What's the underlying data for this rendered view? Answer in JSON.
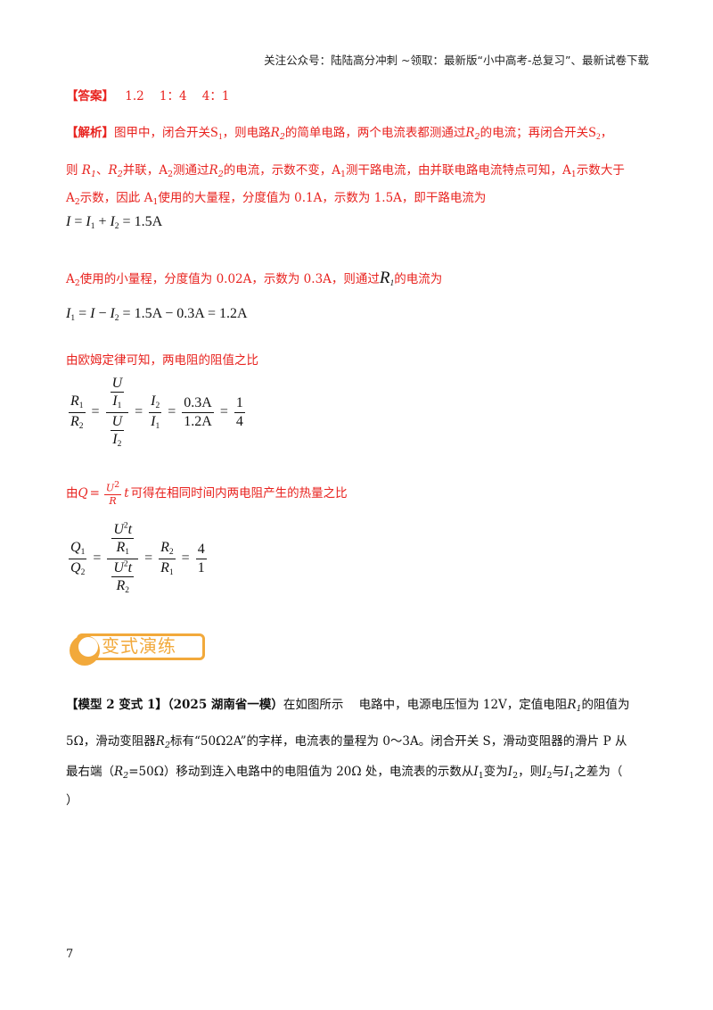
{
  "header": {
    "text": "关注公众号：陆陆高分冲刺  ~领取：最新版“小中高考-总复习”、最新试卷下载"
  },
  "answer": {
    "label": "【答案】",
    "values": "1.2    1：4    4：1"
  },
  "analysis": {
    "label": "【解析】",
    "line1_a": "图甲中，闭合开关",
    "S": "S",
    "sub1": "1",
    "line1_b": "，则电路",
    "R": "R",
    "sub2": "2",
    "line1_c": "的简单电路，两个电流表都测通过",
    "line1_d": "的电流；再闭合开关",
    "line1_e": "，",
    "line2_a": "则",
    "line2_b": "、",
    "line2_c": "并联，A",
    "line2_d": "测通过",
    "line2_e": "的电流，示数不变，A",
    "line2_f": "测干路电流，由并联电路电流特点可知，A",
    "line2_g": "示数大于",
    "line3_a": "A",
    "line3_b": "示数，因此 A",
    "line3_c": "使用的大量程，分度值为 0.1A，示数为 1.5A，即干路电流为",
    "eq1": "= 1.5A",
    "line4_a": "A",
    "line4_b": "使用的小量程，分度值为 0.02A，示数为 0.3A，则通过",
    "line4_c": "的电流为",
    "eq2": "= 1.5A − 0.3A = 1.2A",
    "line5": "由欧姆定律可知，两电阻的阻值之比",
    "frac_values": {
      "a": "0.3A",
      "b": "1.2A",
      "c": "1",
      "d": "4"
    },
    "line6_a": "由",
    "line6_b": "可得在相同时间内两电阻产生的热量之比",
    "frac2_values": {
      "a": "4",
      "b": "1"
    }
  },
  "banner": {
    "label": "变式演练"
  },
  "problem": {
    "label": "【模型 2 变式 1】",
    "source": "（2025 湖南省一模）",
    "line1_a": "在如图所示    电路中，电源电压恒为 12V，定值电阻",
    "line1_b": "的阻值为",
    "line2_a": "5Ω，滑动变阻器",
    "line2_b": "标有“50Ω2A”的字样，电流表的量程为 0～3A。闭合开关 S，滑动变阻器的滑片 P 从",
    "line3_a": "最右端（",
    "line3_b": "=50Ω）移动到连入电路中的电阻值为 20Ω 处，电流表的示数从",
    "line3_c": "变为",
    "line3_d": "，则",
    "line3_e": "与",
    "line3_f": "之差为（",
    "line4": "）"
  },
  "page_number": "7"
}
